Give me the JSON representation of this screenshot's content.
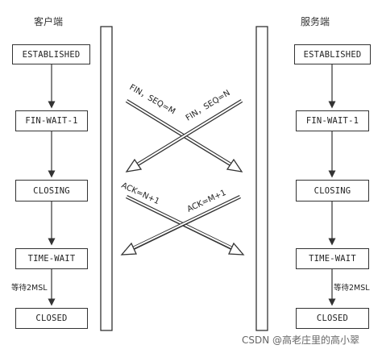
{
  "client": {
    "title": "客户端",
    "states": [
      "ESTABLISHED",
      "FIN-WAIT-1",
      "CLOSING",
      "TIME-WAIT",
      "CLOSED"
    ],
    "wait_note": "等待2MSL"
  },
  "server": {
    "title": "服务端",
    "states": [
      "ESTABLISHED",
      "FIN-WAIT-1",
      "CLOSING",
      "TIME-WAIT",
      "CLOSED"
    ],
    "wait_note": "等待2MSL"
  },
  "messages": {
    "fin_client": "FIN，SEQ=M",
    "fin_server": "FIN，SEQ=N",
    "ack_client": "ACK=N+1",
    "ack_server": "ACK=M+1"
  },
  "watermark": "CSDN @高老庄里的高小翠"
}
